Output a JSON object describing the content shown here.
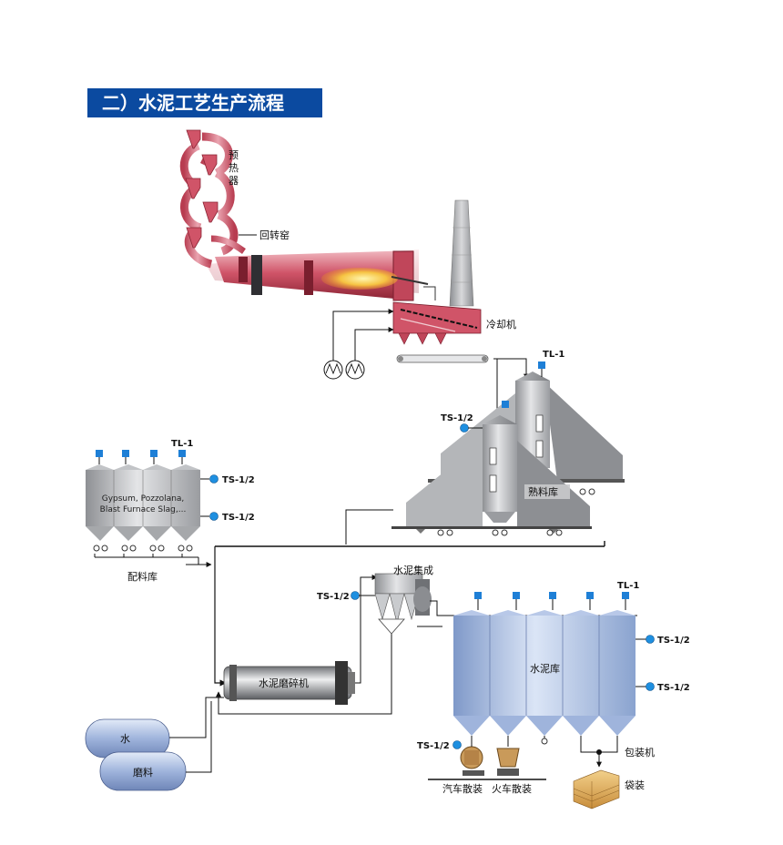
{
  "title": "二）水泥工艺生产流程",
  "labels": {
    "preheater": "预\n热\n器",
    "rotary_kiln": "回转窑",
    "cooler": "冷却机",
    "clinker_silo": "熟料库",
    "raw_silo": "配料库",
    "raw_silo_content": [
      "Gypsum, Pozzolana,",
      "Blast Furnace Slag,..."
    ],
    "cement_collector": "水泥集成",
    "cement_mill": "水泥磨碎机",
    "cement_silo": "水泥库",
    "packer": "包装机",
    "bagging": "袋装",
    "truck_bulk": "汽车散装",
    "rail_bulk": "火车散装",
    "water": "水",
    "grinding_material": "磨料"
  },
  "sensors": {
    "tl": "TL-1",
    "ts": "TS-1/2"
  },
  "colors": {
    "title_bg": "#0b4aa0",
    "sensor_square": "#1e7fd6",
    "sensor_dot": "#1e8fe0",
    "kiln": "#c8485a",
    "silo_gray": "#a9abae",
    "tank_blue": "#9fb4dc"
  }
}
